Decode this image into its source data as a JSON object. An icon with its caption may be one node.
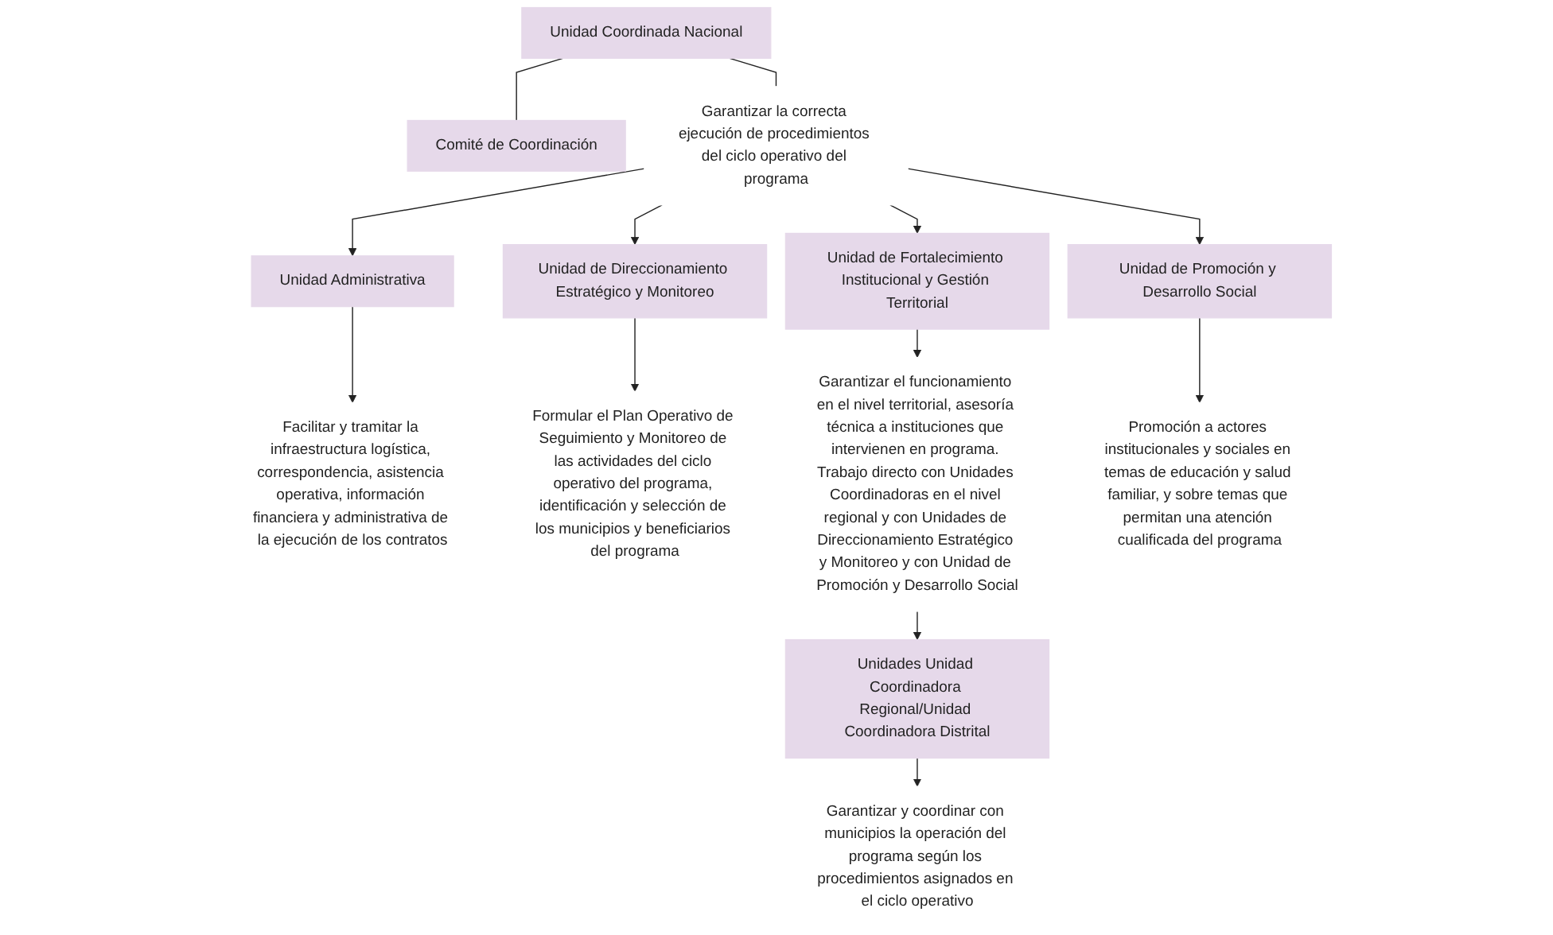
{
  "diagram": {
    "nodes": [
      {
        "text": [
          "Unidad Coordinada Nacional"
        ]
      },
      {
        "text": [
          "Comité de Coordinación"
        ]
      },
      {
        "text": [
          "Garantizar la correcta ejecución de procedimientos del ciclo operativo del programa"
        ]
      },
      {
        "text": [
          "Unidad Administrativa"
        ]
      },
      {
        "text": [
          "Unidad de Direccionamiento Estratégico y Monitoreo"
        ]
      },
      {
        "text": [
          "Unidad de Fortalecimiento Institucional y Gestión Territorial"
        ]
      },
      {
        "text": [
          "Unidad de Promoción y Desarrollo Social"
        ]
      },
      {
        "text": [
          "Facilitar y tramitar la infraestructura logística, correspondencia, asistencia operativa, información financiera y administrativa de la ejecución de los contratos"
        ]
      },
      {
        "text": [
          "Formular el Plan Operativo de Seguimiento y Monitoreo de las actividades del ciclo operativo del programa, identificación y selección de los municipios y beneficiarios del programa"
        ]
      },
      {
        "text": [
          "Garantizar el funcionamiento en el nivel territorial, asesoría técnica a instituciones que intervienen en programa. Trabajo directo con Unidades Coordinadoras en el nivel regional y con Unidades de Direccionamiento Estratégico y Monitoreo y con Unidad de Promoción y Desarrollo Social"
        ]
      },
      {
        "text": [
          "Promoción a actores institucionales y sociales en temas de educación y salud familiar, y sobre temas que permitan una atención cualificada del programa"
        ]
      },
      {
        "text": [
          "Unidades Unidad Coordinadora Regional/Unidad Coordinadora Distrital"
        ]
      },
      {
        "text": [
          "Garantizar y coordinar con municipios la operación del programa según los procedimientos asignados en el ciclo operativo"
        ]
      }
    ],
    "edges": [
      {
        "from": 0,
        "to": 1,
        "arrow": "none"
      },
      {
        "from": 0,
        "to": 2,
        "arrow": "none"
      },
      {
        "from": 2,
        "to": 3,
        "arrow": "to"
      },
      {
        "from": 2,
        "to": 4,
        "arrow": "to"
      },
      {
        "from": 2,
        "to": 5,
        "arrow": "to"
      },
      {
        "from": 2,
        "to": 6,
        "arrow": "to"
      },
      {
        "from": 3,
        "to": 7,
        "arrow": "to"
      },
      {
        "from": 4,
        "to": 8,
        "arrow": "to"
      },
      {
        "from": 5,
        "to": 9,
        "arrow": "to"
      },
      {
        "from": 6,
        "to": 10,
        "arrow": "to"
      },
      {
        "from": 9,
        "to": 11,
        "arrow": "to"
      },
      {
        "from": 11,
        "to": 12,
        "arrow": "to"
      }
    ]
  }
}
